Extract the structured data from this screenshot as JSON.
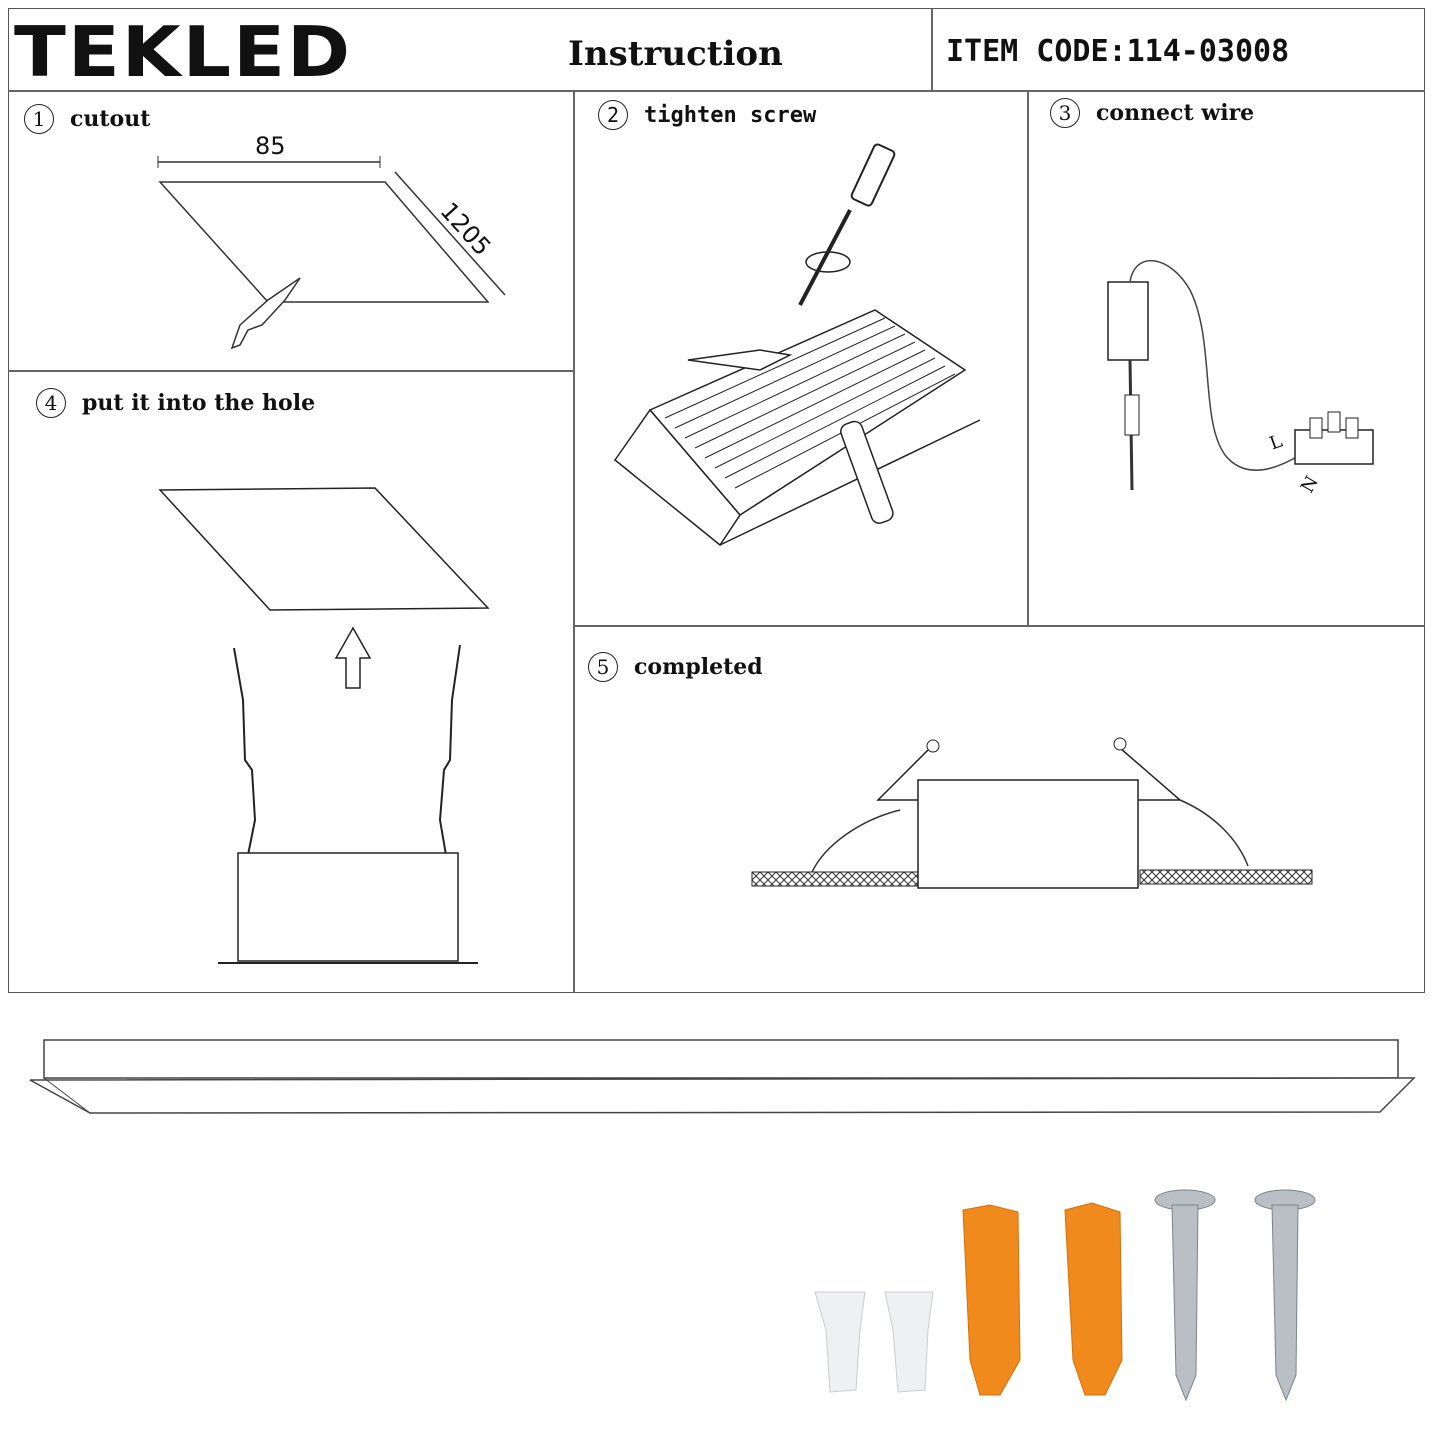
{
  "header": {
    "logo": "TEKLED",
    "title": "Instruction",
    "item_code": "ITEM CODE:114-03008"
  },
  "steps": [
    {
      "number": "1",
      "label": "cutout",
      "dimension_width": "85",
      "dimension_length": "1205"
    },
    {
      "number": "2",
      "label": "tighten screw"
    },
    {
      "number": "3",
      "label": "connect wire",
      "wire_live": "L",
      "wire_neutral": "N"
    },
    {
      "number": "4",
      "label": "put it into the hole"
    },
    {
      "number": "5",
      "label": "completed"
    }
  ],
  "colors": {
    "anchor": "#f08a1c",
    "screw": "#b9bfc4",
    "connector": "#eef0f2"
  }
}
